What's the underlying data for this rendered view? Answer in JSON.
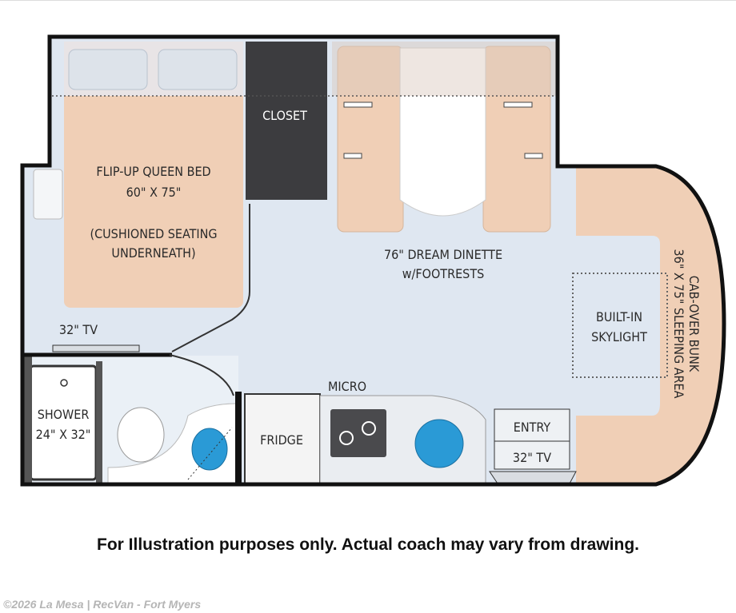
{
  "floorplan": {
    "labels": {
      "bed_title": "FLIP-UP QUEEN BED",
      "bed_size": "60\" X 75\"",
      "bed_note_1": "(CUSHIONED SEATING",
      "bed_note_2": "UNDERNEATH)",
      "closet": "CLOSET",
      "dinette_1": "76\" DREAM DINETTE",
      "dinette_2": "w/FOOTRESTS",
      "skylight_1": "BUILT-IN",
      "skylight_2": "SKYLIGHT",
      "bunk_1": "CAB-OVER BUNK",
      "bunk_2": "36\" X 75\" SLEEPING AREA",
      "tv_bedroom": "32\" TV",
      "shower_1": "SHOWER",
      "shower_2": "24\" X 32\"",
      "fridge": "FRIDGE",
      "micro": "MICRO",
      "entry": "ENTRY",
      "tv_entry": "32\" TV"
    },
    "colors": {
      "floor": "#dfe7f1",
      "cushion": "#f0cfb6",
      "wall": "#111111",
      "closet": "#3c3c3f",
      "water": "#2a9ad6"
    }
  },
  "caption": "For Illustration purposes only.  Actual coach may vary from drawing.",
  "footer": "©2026 La Mesa | RecVan - Fort Myers"
}
